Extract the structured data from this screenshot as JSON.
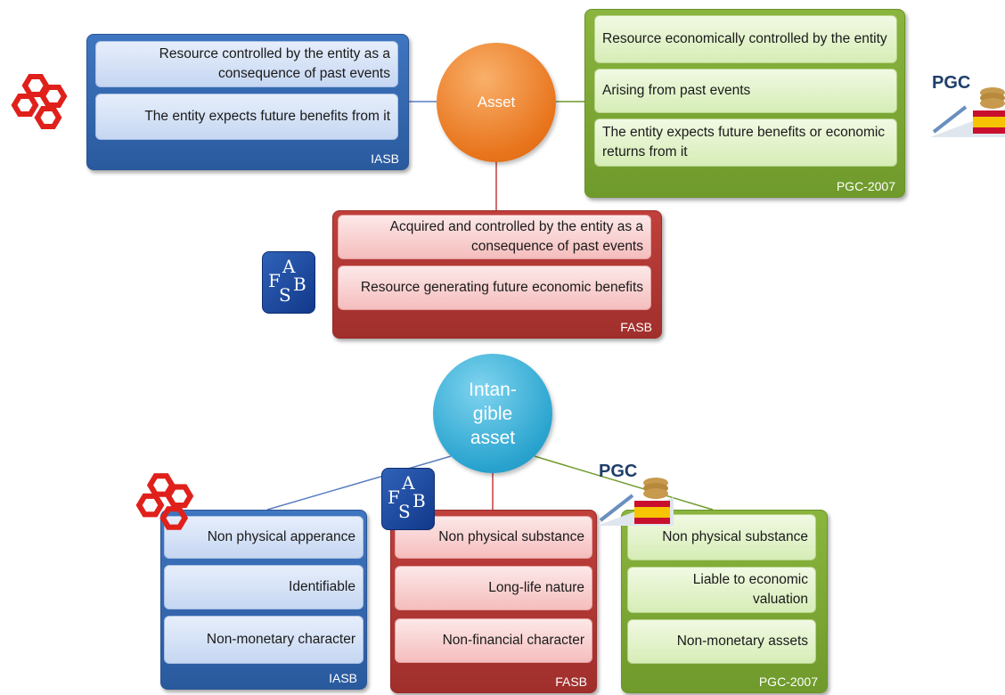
{
  "asset": {
    "label": "Asset",
    "iasb": {
      "items": [
        "Resource controlled by the entity as a consequence of past events",
        "The entity expects future benefits from it"
      ],
      "footer": "IASB"
    },
    "pgc": {
      "items": [
        "Resource economically controlled by the entity",
        "Arising from past events",
        "The entity expects future benefits or economic returns from it"
      ],
      "footer": "PGC-2007"
    },
    "fasb": {
      "items": [
        "Acquired and controlled by the entity as a consequence of past events",
        "Resource generating future economic benefits"
      ],
      "footer": "FASB"
    }
  },
  "intangible": {
    "label": "Intan-gible asset",
    "iasb": {
      "items": [
        "Non physical apperance",
        "Identifiable",
        "Non-monetary character"
      ],
      "footer": "IASB"
    },
    "fasb": {
      "items": [
        "Non physical substance",
        "Long-life nature",
        "Non-financial character"
      ],
      "footer": "FASB"
    },
    "pgc": {
      "items": [
        "Non physical substance",
        "Liable to economic valuation",
        "Non-monetary assets"
      ],
      "footer": "PGC-2007"
    }
  },
  "logos": {
    "pgc_text": "PGC",
    "fasb_letters": [
      "F",
      "A",
      "S",
      "B"
    ]
  },
  "colors": {
    "iasb_blue": "#2f65ae",
    "pgc_green": "#7aa434",
    "fasb_red": "#ad3431",
    "asset_orange": "#ee7d24",
    "intangible_cyan": "#2fa6d0"
  }
}
